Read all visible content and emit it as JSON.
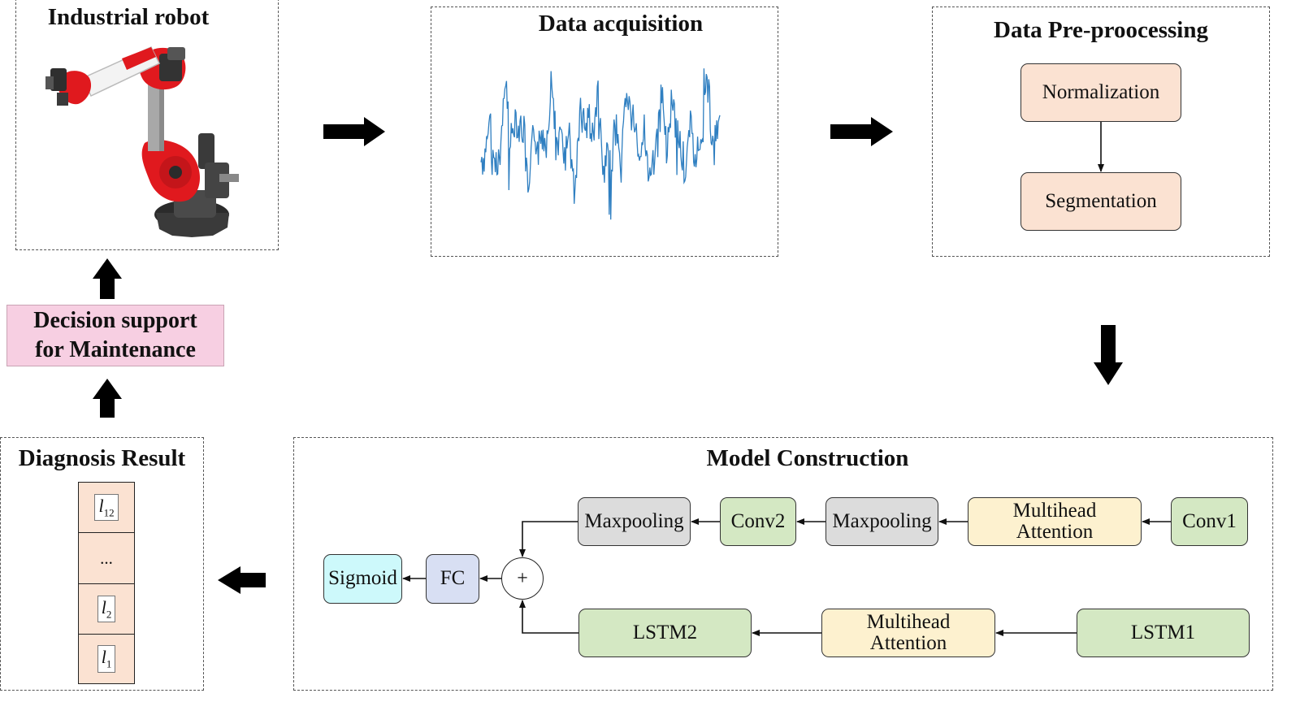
{
  "panels": {
    "robot": {
      "title": "Industrial robot"
    },
    "acquisition": {
      "title": "Data acquisition"
    },
    "preprocessing": {
      "title": "Data Pre-proocessing",
      "steps": [
        "Normalization",
        "Segmentation"
      ]
    },
    "model": {
      "title": "Model Construction"
    },
    "diagnosis": {
      "title": "Diagnosis Result"
    }
  },
  "decision": {
    "label": "Decision support\nfor Maintenance"
  },
  "model_blocks": {
    "conv1": "Conv1",
    "attention_top": "Multihead\nAttention",
    "maxpool_1": "Maxpooling",
    "conv2": "Conv2",
    "maxpool_2": "Maxpooling",
    "lstm1": "LSTM1",
    "attention_bottom": "Multihead\nAttention",
    "lstm2": "LSTM2",
    "sum": "+",
    "fc": "FC",
    "sigmoid": "Sigmoid"
  },
  "diagnosis_cells": {
    "top": {
      "symbol": "l",
      "index": "12"
    },
    "ellipsis": "...",
    "second": {
      "symbol": "l",
      "index": "2"
    },
    "first": {
      "symbol": "l",
      "index": "1"
    }
  },
  "colors": {
    "robot_red": "#e0191e",
    "signal_blue": "#2f7fc1",
    "decision_pink": "#f7cfe2",
    "peach": "#fbe2d2",
    "green": "#d4e8c3",
    "gray": "#dcdcdc",
    "yellow": "#fdf1cf",
    "cyan": "#cdf9fb",
    "lavender": "#d8dff3"
  },
  "icons": [
    "industrial-robot-arm",
    "vibration-signal",
    "block-arrow"
  ]
}
